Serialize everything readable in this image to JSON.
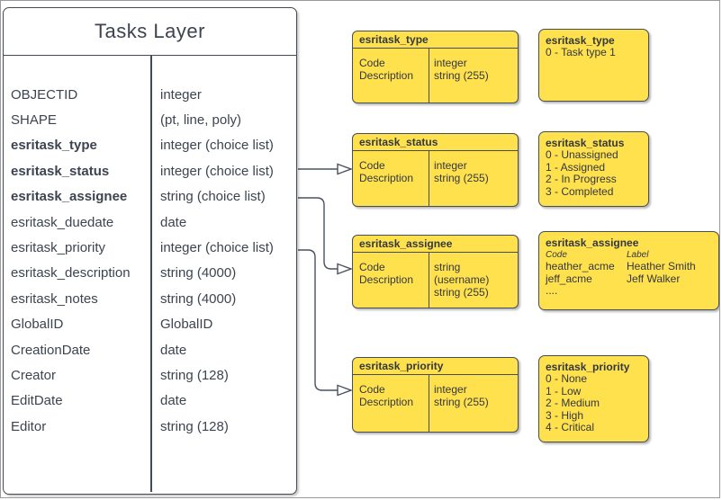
{
  "diagram": {
    "tasks_layer": {
      "title": "Tasks Layer",
      "fields": [
        {
          "name": "OBJECTID",
          "type": "integer"
        },
        {
          "name": "SHAPE",
          "type": "(pt, line, poly)"
        },
        {
          "name": "esritask_type",
          "type": "integer (choice list)"
        },
        {
          "name": "esritask_status",
          "type": "integer (choice list)"
        },
        {
          "name": "esritask_assignee",
          "type": "string (choice list)"
        },
        {
          "name": "esritask_duedate",
          "type": "date"
        },
        {
          "name": "esritask_priority",
          "type": "integer (choice list)"
        },
        {
          "name": "esritask_description",
          "type": "string (4000)"
        },
        {
          "name": "esritask_notes",
          "type": "string (4000)"
        },
        {
          "name": "GlobalID",
          "type": "GlobalID"
        },
        {
          "name": "CreationDate",
          "type": "date"
        },
        {
          "name": "Creator",
          "type": "string (128)"
        },
        {
          "name": "EditDate",
          "type": "date"
        },
        {
          "name": "Editor",
          "type": "string (128)"
        }
      ]
    },
    "domains": {
      "type": {
        "detail": {
          "title": "esritask_type",
          "attr1": "Code",
          "attr2": "Description",
          "type1": "integer",
          "type2": "string (255)"
        },
        "values": {
          "title": "esritask_type",
          "lines": [
            "0 - Task type 1"
          ]
        }
      },
      "status": {
        "detail": {
          "title": "esritask_status",
          "attr1": "Code",
          "attr2": "Description",
          "type1": "integer",
          "type2": "string (255)"
        },
        "values": {
          "title": "esritask_status",
          "lines": [
            "0 - Unassigned",
            "1 - Assigned",
            "2 - In Progress",
            "3 - Completed"
          ]
        }
      },
      "assignee": {
        "detail": {
          "title": "esritask_assignee",
          "attr1": "Code",
          "attr2": "Description",
          "type1": "string (username)",
          "type2": "string (255)"
        },
        "values": {
          "title": "esritask_assignee",
          "col_headers": [
            "Code",
            "Label"
          ],
          "rows": [
            {
              "code": "heather_acme",
              "label": "Heather Smith"
            },
            {
              "code": "jeff_acme",
              "label": "Jeff Walker"
            }
          ],
          "ellipsis": "...."
        }
      },
      "priority": {
        "detail": {
          "title": "esritask_priority",
          "attr1": "Code",
          "attr2": "Description",
          "type1": "integer",
          "type2": "string (255)"
        },
        "values": {
          "title": "esritask_priority",
          "lines": [
            "0 - None",
            "1 - Low",
            "2 - Medium",
            "3 - High",
            "4 - Critical"
          ]
        }
      }
    },
    "colors": {
      "box_fill": "#FFE14D",
      "stroke": "#474E58",
      "box_text": "#33383F",
      "table_text": "#3C4450"
    }
  }
}
